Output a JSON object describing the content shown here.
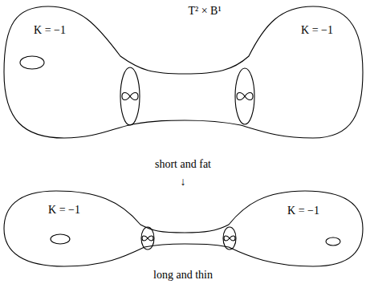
{
  "diagram": {
    "labels": [
      "T² × B¹",
      "K = −1",
      "K = −1",
      "short and fat",
      "↓",
      "K = −1",
      "K = −1",
      "long and thin"
    ]
  }
}
